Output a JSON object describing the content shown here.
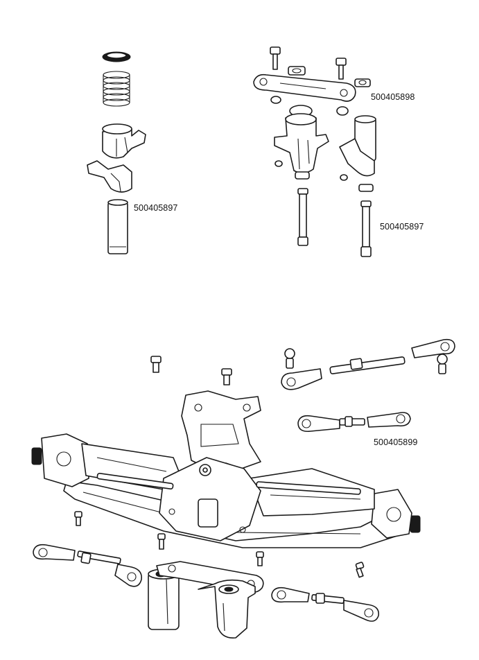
{
  "labels": {
    "part_a": "500405898",
    "part_b": "500405897",
    "part_c": "500405897",
    "part_d": "500405899"
  }
}
